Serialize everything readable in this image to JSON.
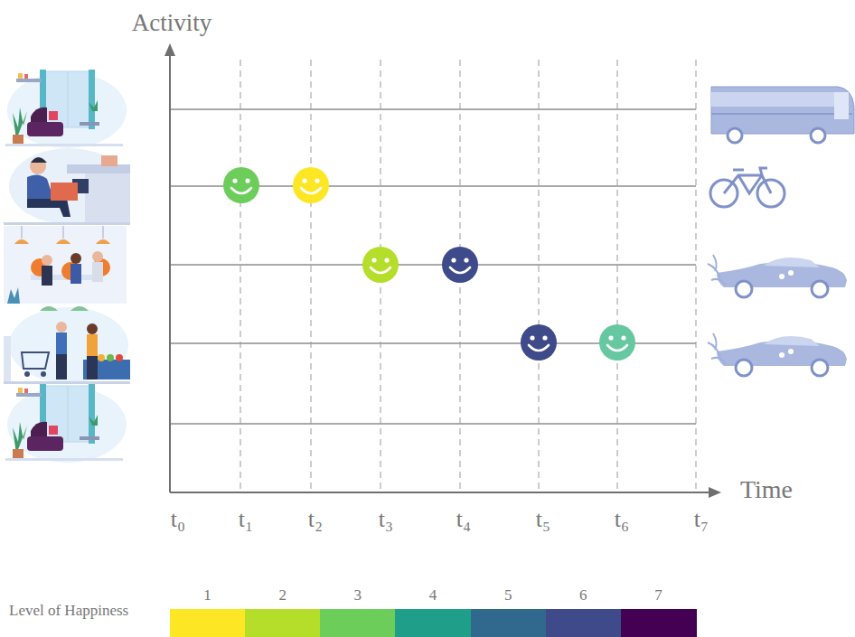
{
  "diagram": {
    "labels": [
      "Activity",
      "Time",
      "t₀",
      "t₁",
      "t₂",
      "t₃",
      "t₄",
      "t₅",
      "t₆",
      "t₇",
      "Level of Happiness"
    ],
    "legend": [
      {
        "text": "1",
        "color": "#fde725"
      },
      {
        "text": "2",
        "color": "#b5de2b"
      },
      {
        "text": "3",
        "color": "#6ccd5a"
      },
      {
        "text": "4",
        "color": "#1f9e89"
      },
      {
        "text": "5",
        "color": "#31688e"
      },
      {
        "text": "6",
        "color": "#3e4a89"
      },
      {
        "text": "7",
        "color": "#440154"
      }
    ]
  }
}
